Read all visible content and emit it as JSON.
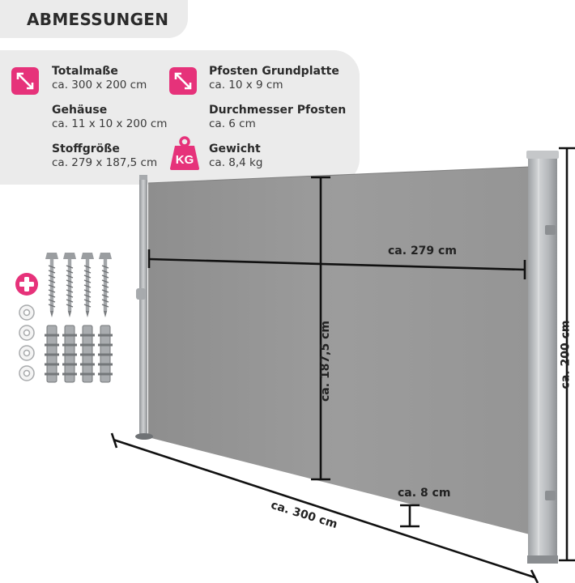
{
  "header": {
    "title": "ABMESSUNGEN"
  },
  "specs": [
    {
      "label": "Totalmaße",
      "value": "ca. 300 x 200 cm",
      "icon": "diagonal-arrow-icon"
    },
    {
      "label": "Gehäuse",
      "value": "ca. 11 x 10 x 200 cm"
    },
    {
      "label": "Stoffgröße",
      "value": "ca. 279 x 187,5 cm"
    },
    {
      "label": "Pfosten Grundplatte",
      "value": "ca. 10 x 9 cm",
      "icon": "diagonal-arrow-icon"
    },
    {
      "label": "Durchmesser Pfosten",
      "value": "ca. 6 cm"
    },
    {
      "label": "Gewicht",
      "value": "ca. 8,4 kg",
      "icon": "weight-kg-icon",
      "icon_text": "KG"
    }
  ],
  "dimensions": {
    "width_fabric": "ca. 279 cm",
    "height_fabric": "ca. 187,5 cm",
    "height_total": "ca. 200 cm",
    "width_total": "ca. 300 cm",
    "ground_gap": "ca. 8 cm"
  },
  "accessories": {
    "plus_icon": "plus-icon",
    "items": [
      "screw",
      "washer",
      "wall-plug"
    ]
  },
  "colors": {
    "accent": "#e6327a",
    "panel": "#ebebeb",
    "fabric": "#9a9a9a",
    "post": "#b9bcbf"
  }
}
